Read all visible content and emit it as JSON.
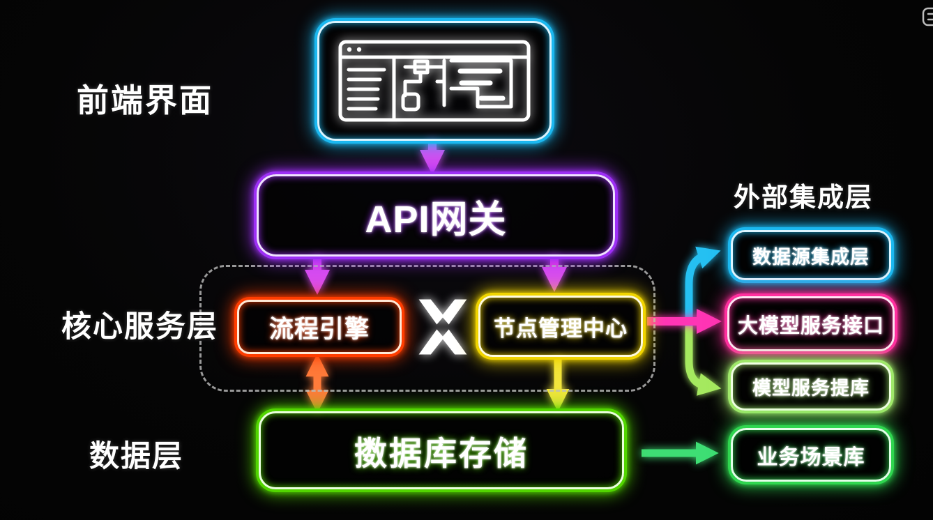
{
  "layer_labels": {
    "frontend": "前端界面",
    "core": "核心服务层",
    "data": "数据层",
    "external": "外部集成层"
  },
  "nodes": {
    "api_gateway": "API网关",
    "process_engine": "流程引擎",
    "node_manager": "节点管理中心",
    "database": "擞据库存储",
    "data_source": "数据源集成层",
    "llm_interface": "大模型服务接口",
    "model_repo": "模型服务提库",
    "business_repo": "业务场景库"
  },
  "icons": {
    "frontend_node": "browser-window-icon",
    "center_glyph": "x-cross-icon",
    "corner": "corner-logo-icon"
  },
  "colors": {
    "frontend_neon": "#1BB8F0",
    "api_neon": "#9D2FF5",
    "process_engine_neon": "#FF3D00",
    "node_manager_neon": "#F0D400",
    "database_neon": "#52D500",
    "data_source_neon": "#1BB8F0",
    "llm_interface_neon": "#FF2F9E",
    "model_repo_neon": "#9FE86A",
    "business_repo_neon": "#2FD64F",
    "arrow_magenta": "#D94DF0",
    "arrow_orange": "#FF7B3A",
    "arrow_yellow": "#F2E53C",
    "arrow_pink": "#FF35B5",
    "arrow_cyan": "#25C0F2",
    "arrow_light_green": "#A5E95F",
    "arrow_green": "#3EDE74",
    "dashed_region_border": "#BEBEBE",
    "text": "#FFFFFF",
    "background": "#050505"
  }
}
